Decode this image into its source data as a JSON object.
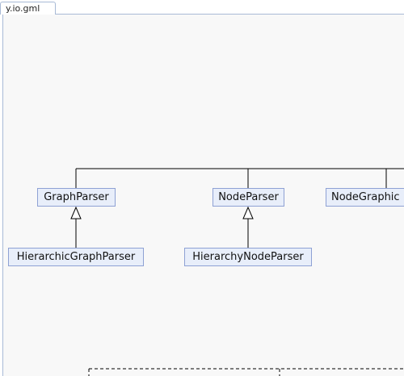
{
  "tab": {
    "label": "y.io.gml"
  },
  "diagram": {
    "nodes": {
      "graph_parser": "GraphParser",
      "node_parser": "NodeParser",
      "node_graphics": "NodeGraphic",
      "hierarchic_graph_parser": "HierarchicGraphParser",
      "hierarchy_node_parser": "HierarchyNodeParser"
    }
  },
  "colors": {
    "node_fill": "#e8eefa",
    "node_border": "#8ea1d4",
    "tab_border": "#a8bad6",
    "canvas_bg": "#f8f8f8",
    "edge": "#000000"
  }
}
